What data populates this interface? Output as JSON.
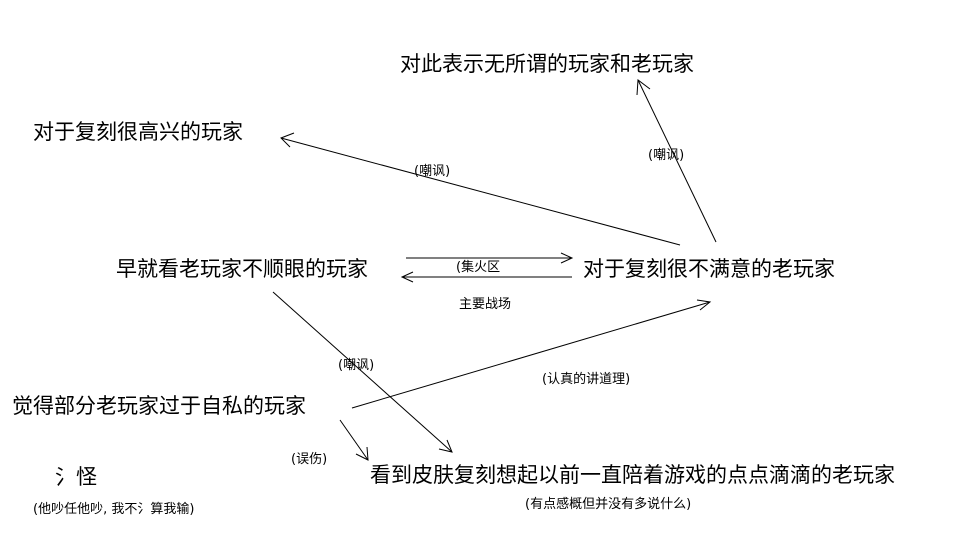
{
  "nodes": {
    "indifferent": "对此表示无所谓的玩家和老玩家",
    "happy": "对于复刻很高兴的玩家",
    "longtime_haters": "早就看老玩家不顺眼的玩家",
    "unhappy_veterans": "对于复刻很不满意的老玩家",
    "selfish_critics": "觉得部分老玩家过于自私的玩家",
    "nostalgic_veterans": "看到皮肤复刻想起以前一直陪着游戏的点点滴滴的老玩家",
    "blame": "氵怪"
  },
  "labels": {
    "mock_1": "(嘲讽)",
    "mock_2": "(嘲讽)",
    "fire": "(集火区",
    "main_battlefield": "主要战场",
    "mock_3": "(嘲讽)",
    "reasoning": "(认真的讲道理)",
    "accidental": "(误伤)",
    "nostalgic_note": "(有点感概但并没有多说什么)",
    "blame_note": "(他吵任他吵, 我不氵算我输)"
  }
}
